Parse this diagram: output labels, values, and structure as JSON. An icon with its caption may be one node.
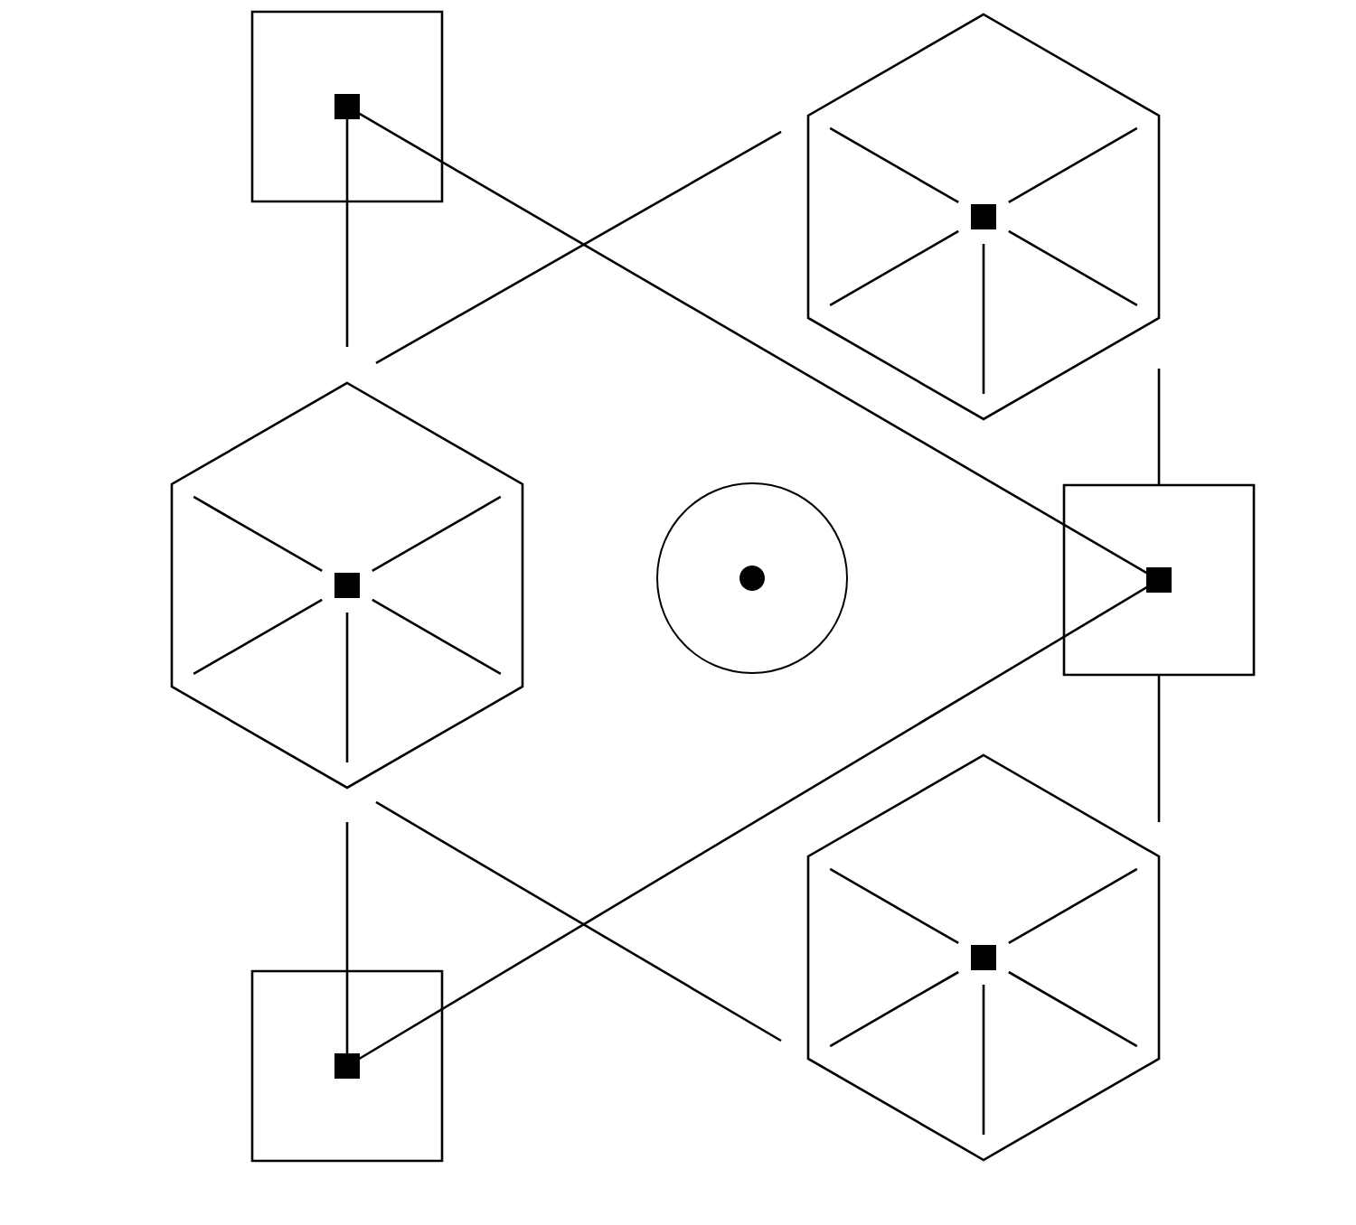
{
  "diagram": {
    "nodes": [
      {
        "text": [],
        "shape": "box"
      },
      {
        "text": [],
        "shape": "hexagon"
      },
      {
        "text": [],
        "shape": "hexagon"
      },
      {
        "text": [],
        "shape": "circle"
      },
      {
        "text": [],
        "shape": "box"
      },
      {
        "text": [],
        "shape": "hexagon"
      },
      {
        "text": [],
        "shape": "box"
      }
    ],
    "edges": [
      {
        "from": 0,
        "to": 4,
        "arrow": "none"
      },
      {
        "from": 6,
        "to": 4,
        "arrow": "none"
      },
      {
        "from": 0,
        "to": 2,
        "arrow": "none"
      },
      {
        "from": 2,
        "to": 6,
        "arrow": "none"
      },
      {
        "from": 2,
        "to": 1,
        "arrow": "none"
      },
      {
        "from": 2,
        "to": 5,
        "arrow": "none"
      },
      {
        "from": 1,
        "to": 4,
        "arrow": "none"
      },
      {
        "from": 4,
        "to": 5,
        "arrow": "none"
      }
    ]
  }
}
